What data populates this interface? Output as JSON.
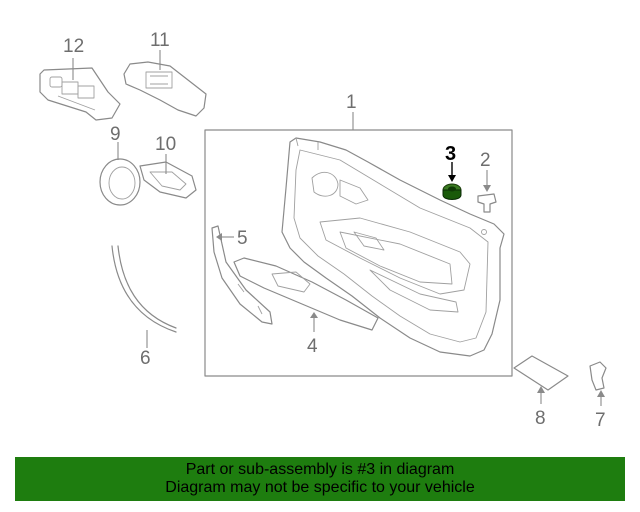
{
  "callouts": {
    "c1": "1",
    "c2": "2",
    "c3": "3",
    "c4": "4",
    "c5": "5",
    "c6": "6",
    "c7": "7",
    "c8": "8",
    "c9": "9",
    "c10": "10",
    "c11": "11",
    "c12": "12"
  },
  "highlighted_part": "3",
  "colors": {
    "banner_bg": "#1e7d0f",
    "highlight_part": "#1a5a0a",
    "line": "#8a8a8a"
  },
  "banner": {
    "line1": "Part or sub-assembly is #3 in diagram",
    "line2": "Diagram may not be specific to your vehicle"
  }
}
